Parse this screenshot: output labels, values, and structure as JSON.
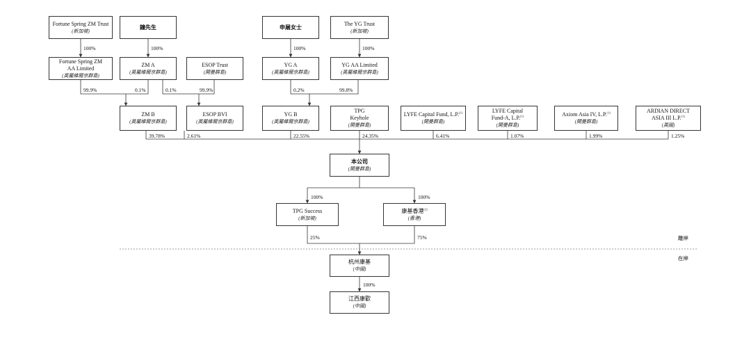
{
  "entities": {
    "fortune_trust": {
      "name": "Fortune Spring ZM Trust",
      "jur": "(新加坡)"
    },
    "mr_zhong": {
      "name": "鐘先生"
    },
    "ms_shen": {
      "name": "申屠女士"
    },
    "yg_trust": {
      "name": "The YG Trust",
      "jur": "(新加坡)"
    },
    "fortune_aa": {
      "name": "Fortune Spring ZM",
      "name2": "AA Limited",
      "jur": "(英屬維爾京群島)"
    },
    "zm_a": {
      "name": "ZM A",
      "jur": "(英屬維爾京群島)"
    },
    "esop_trust": {
      "name": "ESOP Trust",
      "jur": "(開曼群島)"
    },
    "yg_a": {
      "name": "YG A",
      "jur": "(英屬維爾京群島)"
    },
    "yg_aa": {
      "name": "YG AA Limited",
      "jur": "(英屬維爾京群島)"
    },
    "zm_b": {
      "name": "ZM B",
      "jur": "(英屬維爾京群島)"
    },
    "esop_bvi": {
      "name": "ESOP BVI",
      "jur": "(英屬維爾京群島)"
    },
    "yg_b": {
      "name": "YG B",
      "jur": "(英屬維爾京群島)"
    },
    "tpg_keyhole": {
      "name": "TPG",
      "name2": "Keyhole",
      "jur": "(開曼群島)"
    },
    "lyfe_fund": {
      "name": "LYFE Capital Fund, L.P.",
      "fn": "(1)",
      "jur": "(開曼群島)"
    },
    "lyfe_fund_a": {
      "name": "LYFE Capital",
      "name2": "Fund-A, L.P.",
      "fn": "(1)",
      "jur": "(開曼群島)"
    },
    "axiom": {
      "name": "Axiom Asia IV, L.P.",
      "fn": "(1)",
      "jur": "(開曼群島)"
    },
    "ardian": {
      "name": "ARDIAN DIRECT",
      "name2": "ASIA III L.P.",
      "fn": "(1)",
      "jur": "(英國)"
    },
    "company": {
      "name": "本公司",
      "jur": "(開曼群島)"
    },
    "tpg_success": {
      "name": "TPG Success",
      "jur": "(新加坡)"
    },
    "hk_sub": {
      "name": "康基香港",
      "fn": "(2)",
      "jur": "(香港)"
    },
    "hangzhou": {
      "name": "杭州康基",
      "jur": "(中國)"
    },
    "jiangxi": {
      "name": "江西康歡",
      "jur": "(中國)"
    }
  },
  "percentages": {
    "fortune_trust_to_aa": "100%",
    "zhong_to_zma": "100%",
    "shen_to_yga": "100%",
    "ygtrust_to_ygaa": "100%",
    "fortune_aa_to_zmb": "99.9%",
    "zma_to_zmb": "0.1%",
    "zma_to_esop_bvi": "0.1%",
    "esop_trust_to_esop_bvi": "99.9%",
    "yga_to_ygb": "0.2%",
    "ygaa_to_ygb": "99.8%",
    "zmb": "39.78%",
    "esop_bvi": "2.61%",
    "ygb": "22.55%",
    "tpg_keyhole": "24.35%",
    "lyfe_fund": "6.41%",
    "lyfe_fund_a": "1.07%",
    "axiom": "1.99%",
    "ardian": "1.25%",
    "company_to_tpg_success": "100%",
    "company_to_hk": "100%",
    "tpg_success_to_hangzhou": "25%",
    "hk_to_hangzhou": "75%",
    "hangzhou_to_jiangxi": "100%"
  },
  "divider": {
    "offshore": "離岸",
    "onshore": "在岸"
  }
}
